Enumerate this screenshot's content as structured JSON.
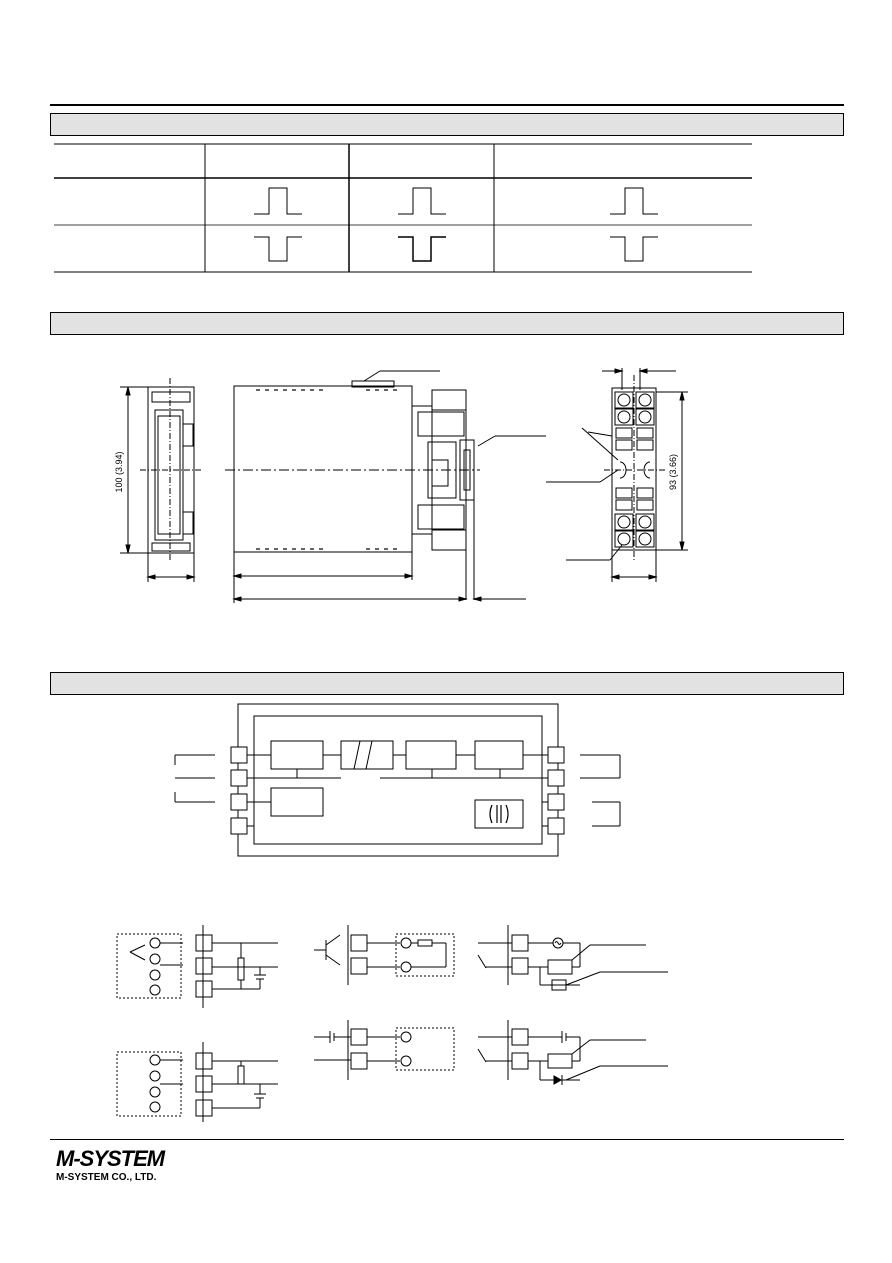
{
  "sections": [
    {
      "title": ""
    },
    {
      "title": ""
    },
    {
      "title": ""
    }
  ],
  "dimensions": {
    "height_label": "100 (3.94)",
    "socket_height_label": "93 (3.66)"
  },
  "footer": {
    "brand": "M-SYSTEM",
    "company": "M-SYSTEM CO., LTD."
  },
  "icons": [
    "pulse-high-icon",
    "pulse-low-icon",
    "isolation-transformer-icon",
    "ac-source-icon",
    "diode-icon"
  ]
}
